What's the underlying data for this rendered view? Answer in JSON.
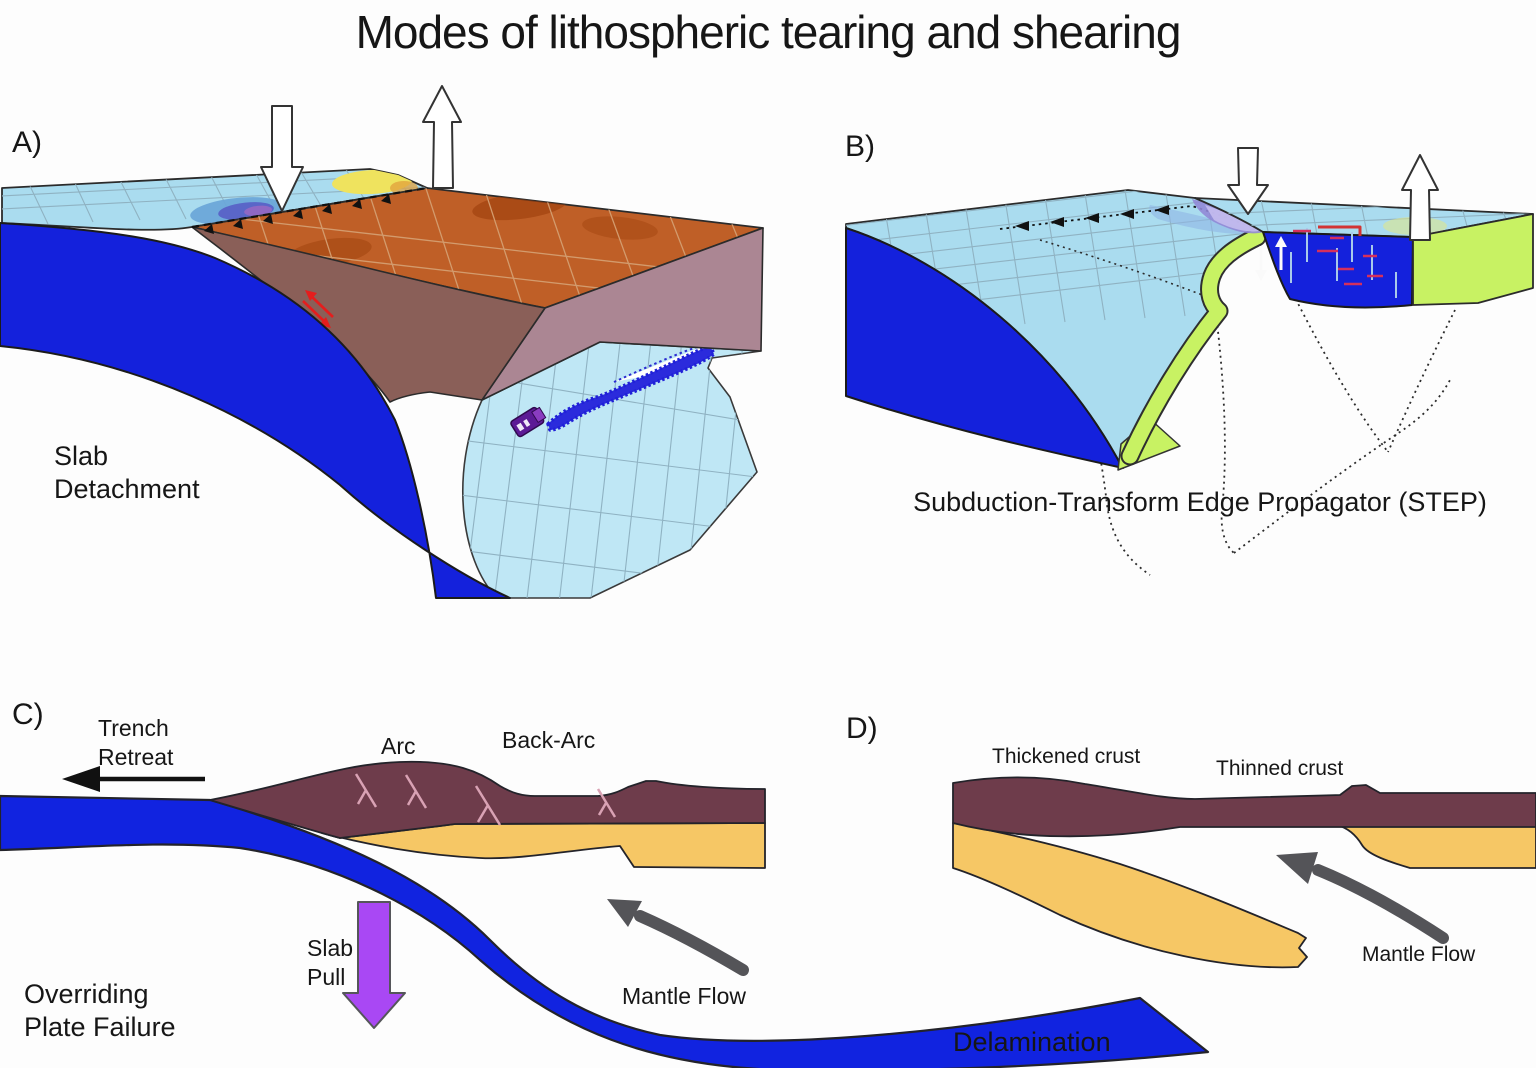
{
  "title": "Modes of lithospheric tearing and shearing",
  "panel_a": {
    "letter": "A)",
    "caption": "Slab\nDetachment"
  },
  "panel_b": {
    "letter": "B)",
    "caption": "Subduction-Transform Edge Propagator (STEP)"
  },
  "panel_c": {
    "letter": "C)",
    "caption": "Overriding\nPlate Failure",
    "labels": {
      "trench_retreat": "Trench\nRetreat",
      "arc": "Arc",
      "back_arc": "Back-Arc",
      "slab_pull": "Slab\nPull",
      "mantle_flow": "Mantle Flow"
    }
  },
  "panel_d": {
    "letter": "D)",
    "caption": "Delamination",
    "labels": {
      "thickened_crust": "Thickened crust",
      "thinned_crust": "Thinned crust",
      "mantle_flow": "Mantle Flow"
    }
  },
  "colors": {
    "plate_surface_blue": "#aadcef",
    "detached_sheet_blue": "#bfe7f5",
    "lithosphere_deep_blue": "#1421dc",
    "slab_blue": "#1123e0",
    "overriding_top_orange": "#bf5f27",
    "overriding_front_maroon": "#8a5f58",
    "overriding_side_mauve": "#ab8693",
    "step_green": "#c8f263",
    "crust_maroon": "#6e3c4b",
    "mantle_orange": "#f6c765",
    "slab_pull_purple": "#a948f4",
    "mantle_flow_gray": "#545458",
    "tear_red": "#e51d1d",
    "anomaly_yellow": "#efe35e"
  }
}
